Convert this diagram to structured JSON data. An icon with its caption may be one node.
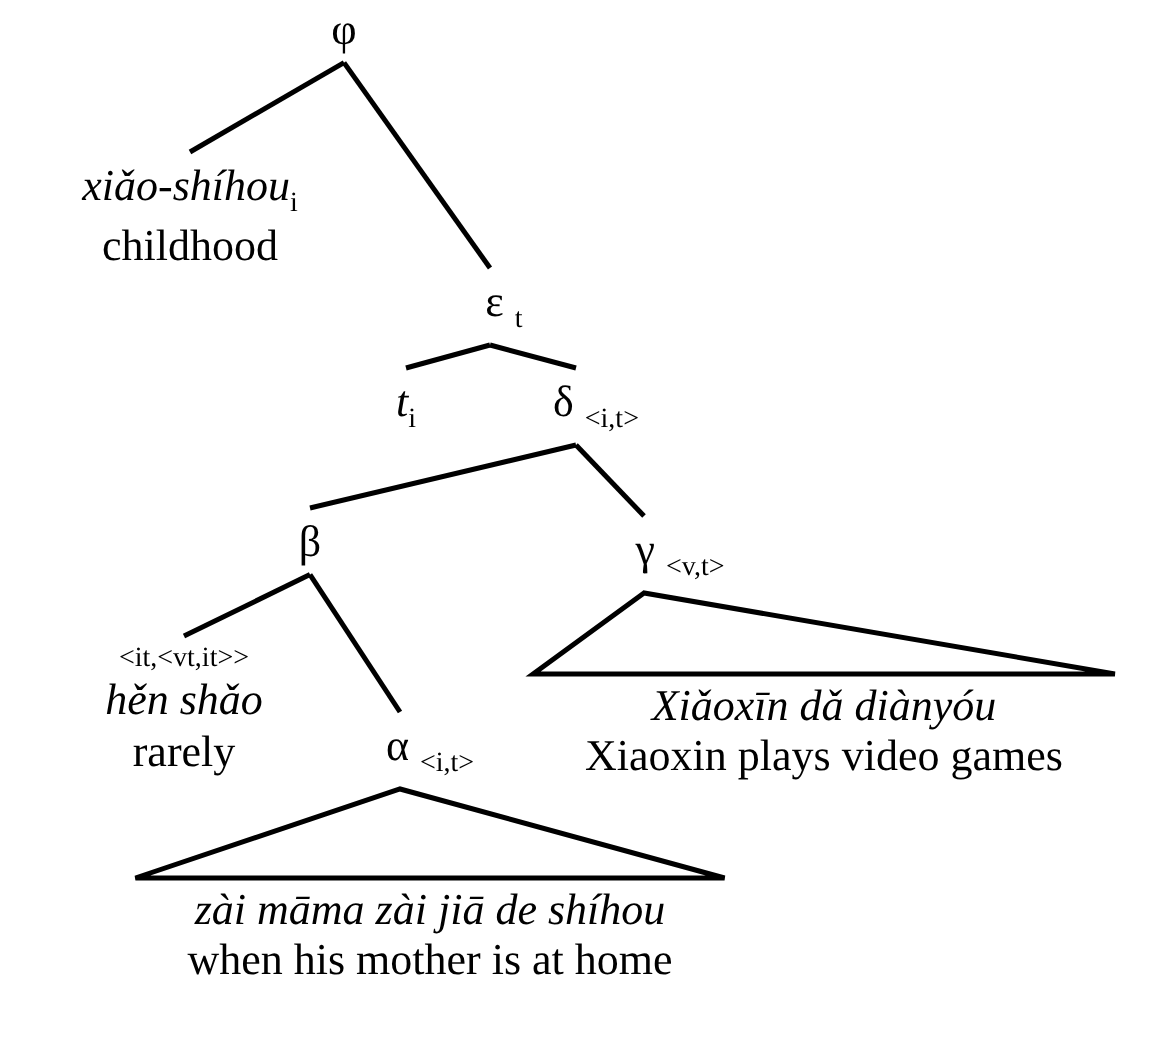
{
  "diagram": {
    "nodes": [
      {
        "text": [
          "φ"
        ]
      },
      {
        "text": [
          "xiǎo-shíhou$_{i}$",
          "childhood"
        ]
      },
      {
        "text": [
          "ε $_{t}$"
        ]
      },
      {
        "text": [
          "t$_{i}$"
        ]
      },
      {
        "text": [
          "δ $_{<i,t>}$"
        ]
      },
      {
        "text": [
          "β"
        ]
      },
      {
        "text": [
          "γ $_{<v,t>}$"
        ]
      },
      {
        "text": [
          "<it,<vt,it>>",
          "hěn shǎo",
          "rarely"
        ]
      },
      {
        "text": [
          "α $_{<i,t>}$"
        ]
      },
      {
        "text": [
          "Xiǎoxīn dǎ diànyóu",
          "Xiaoxin plays video games"
        ]
      },
      {
        "text": [
          "zài māma zài jiā de shíhou",
          "when his mother is at home"
        ]
      }
    ],
    "edges": [
      {
        "from": 0,
        "to": 1,
        "arrow": "none"
      },
      {
        "from": 0,
        "to": 2,
        "arrow": "none"
      },
      {
        "from": 2,
        "to": 3,
        "arrow": "none"
      },
      {
        "from": 2,
        "to": 4,
        "arrow": "none"
      },
      {
        "from": 4,
        "to": 5,
        "arrow": "none"
      },
      {
        "from": 4,
        "to": 6,
        "arrow": "none"
      },
      {
        "from": 5,
        "to": 7,
        "arrow": "none"
      },
      {
        "from": 5,
        "to": 8,
        "arrow": "none"
      },
      {
        "from": 6,
        "to": 9,
        "arrow": "none"
      },
      {
        "from": 8,
        "to": 10,
        "arrow": "none"
      }
    ]
  }
}
